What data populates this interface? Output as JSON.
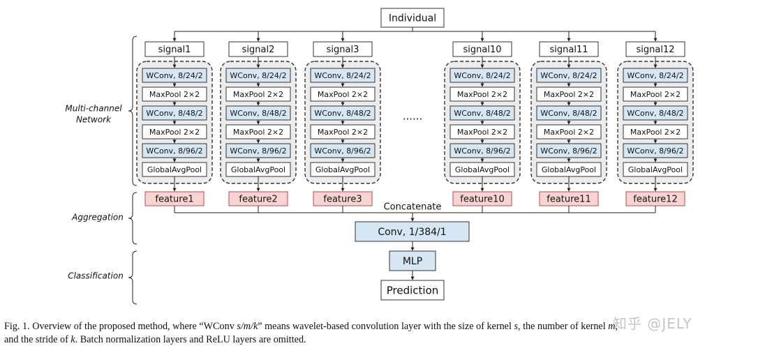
{
  "top": {
    "individual": "Individual"
  },
  "sections": {
    "multichannel": [
      "Multi-channel",
      "Network"
    ],
    "aggregation": "Aggregation",
    "classification": "Classification"
  },
  "channels": [
    {
      "signal": "signal1",
      "feature": "feature1"
    },
    {
      "signal": "signal2",
      "feature": "feature2"
    },
    {
      "signal": "signal3",
      "feature": "feature3"
    },
    {
      "signal": "signal10",
      "feature": "feature10"
    },
    {
      "signal": "signal11",
      "feature": "feature11"
    },
    {
      "signal": "signal12",
      "feature": "feature12"
    }
  ],
  "layers": [
    {
      "label": "WConv, 8/24/2",
      "type": "wconv"
    },
    {
      "label": "MaxPool 2×2",
      "type": "pool"
    },
    {
      "label": "WConv, 8/48/2",
      "type": "wconv"
    },
    {
      "label": "MaxPool 2×2",
      "type": "pool"
    },
    {
      "label": "WConv, 8/96/2",
      "type": "wconv"
    },
    {
      "label": "GlobalAvgPool",
      "type": "pool"
    }
  ],
  "ellipsis": "......",
  "aggregation": {
    "concat_label": "Concatenate",
    "conv": "Conv, 1/384/1"
  },
  "classifier": {
    "mlp": "MLP",
    "prediction": "Prediction"
  },
  "caption": {
    "p1": "Fig. 1.  Overview of the proposed method, where “WConv ",
    "p2": "s/m/k",
    "p3": "” means wavelet-based convolution layer with the size of kernel ",
    "p4": "s",
    "p5": ", the number of kernel ",
    "p6": "m",
    "p7": ",",
    "p8": "and the stride of ",
    "p9": "k",
    "p10": ". Batch normalization layers and ReLU layers are omitted."
  },
  "watermark": "知乎 @JELY",
  "colors": {
    "wconv_fill": "#d6e6f2",
    "feature_fill": "#f8d5d2",
    "feature_stroke": "#b94a44",
    "panel_fill": "#ececec",
    "conv_fill": "#d6e6f2"
  }
}
